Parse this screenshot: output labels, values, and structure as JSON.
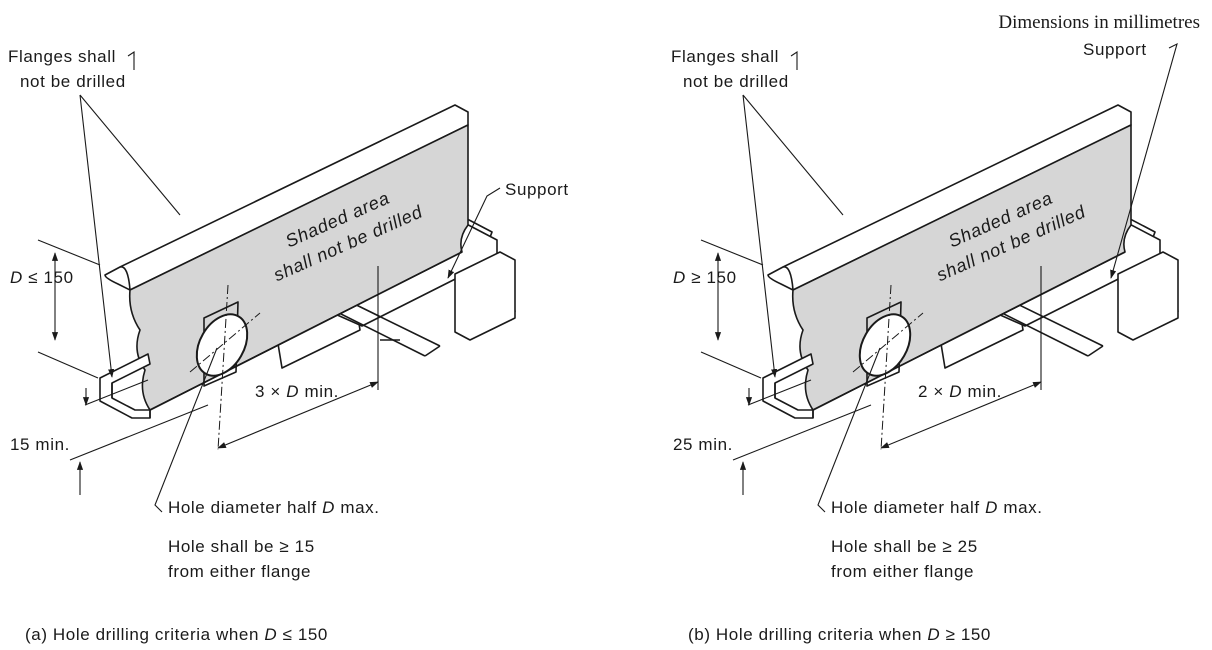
{
  "units_note": "Dimensions in millimetres",
  "panel_a": {
    "flanges_line1": "Flanges shall",
    "flanges_line2": "not be drilled",
    "support": "Support",
    "shaded_line1": "Shaded area",
    "shaded_line2": "shall not be drilled",
    "depth_var": "D",
    "depth_op": "≤ 150",
    "edge_dim": "15 min.",
    "spacing_pre": "3 ×",
    "spacing_var": "D",
    "spacing_post": "min.",
    "hole_pre": "Hole diameter half",
    "hole_var": "D",
    "hole_post": "max.",
    "note_line1": "Hole shall be ≥ 15",
    "note_line2": "from either flange",
    "caption_pre": "(a) Hole drilling criteria when",
    "caption_var": "D",
    "caption_post": "≤ 150"
  },
  "panel_b": {
    "flanges_line1": "Flanges shall",
    "flanges_line2": "not be drilled",
    "support": "Support",
    "shaded_line1": "Shaded area",
    "shaded_line2": "shall not be drilled",
    "depth_var": "D",
    "depth_op": "≥ 150",
    "edge_dim": "25 min.",
    "spacing_pre": "2 ×",
    "spacing_var": "D",
    "spacing_post": "min.",
    "hole_pre": "Hole diameter half",
    "hole_var": "D",
    "hole_post": "max.",
    "note_line1": "Hole shall be ≥ 25",
    "note_line2": "from either flange",
    "caption_pre": "(b) Hole drilling criteria when",
    "caption_var": "D",
    "caption_post": "≥ 150"
  }
}
